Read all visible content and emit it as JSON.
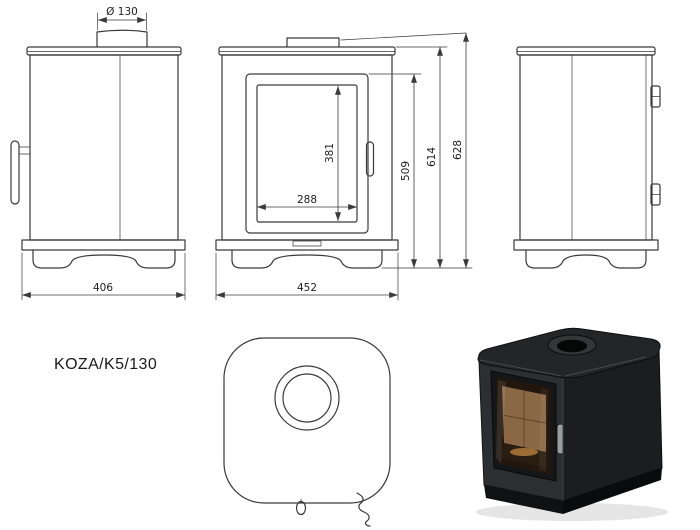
{
  "title": "KOZA/K5/130",
  "dimensions": {
    "flue_diameter": "Ø 130",
    "width_side": "406",
    "width_front": "452",
    "glass_width": "288",
    "glass_height": "381",
    "door_height": "509",
    "body_height": "614",
    "total_height": "628"
  },
  "colors": {
    "drawing_line": "#3a3a3a",
    "background": "#ffffff",
    "product_body": "#26282a",
    "product_interior": "#8a6845"
  }
}
